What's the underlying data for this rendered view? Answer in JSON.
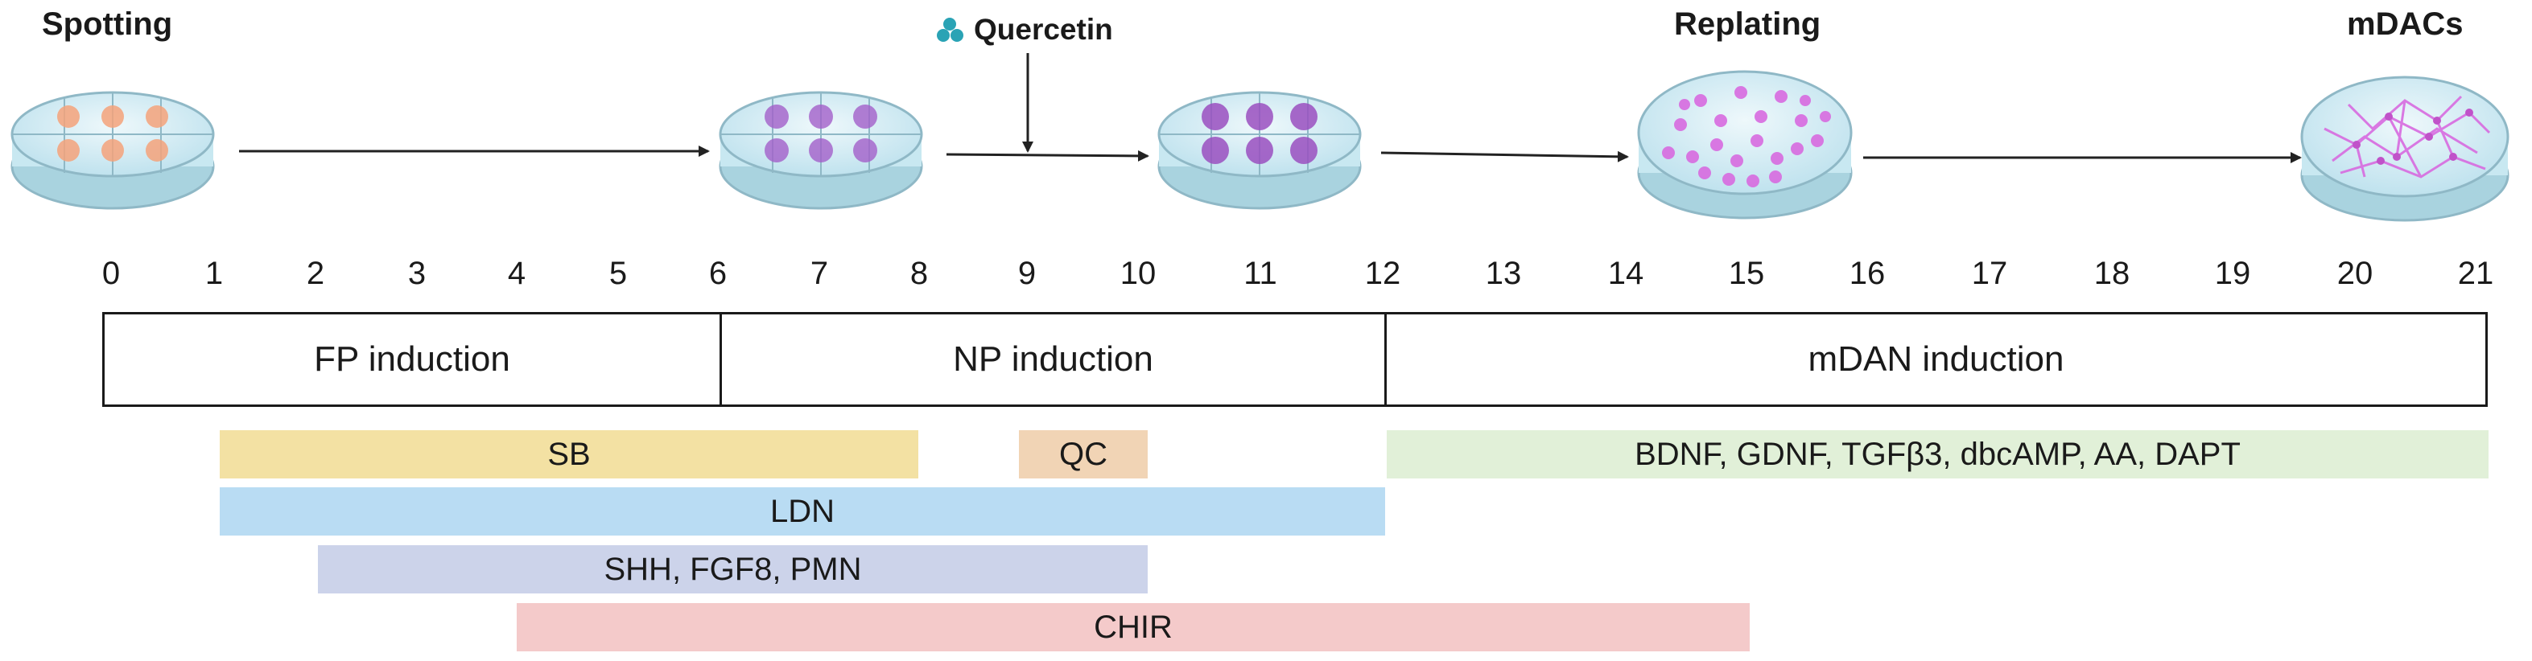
{
  "stages": {
    "spotting": "Spotting",
    "quercetin": "Quercetin",
    "replating": "Replating",
    "mdacs": "mDACs"
  },
  "days": [
    "0",
    "1",
    "2",
    "3",
    "4",
    "5",
    "6",
    "7",
    "8",
    "9",
    "10",
    "11",
    "12",
    "13",
    "14",
    "15",
    "16",
    "17",
    "18",
    "19",
    "20",
    "21"
  ],
  "phases": {
    "fp": "FP induction",
    "np": "NP induction",
    "mdan": "mDAN induction"
  },
  "treatments": {
    "sb": {
      "label": "SB",
      "color": "#f3e1a3"
    },
    "qc": {
      "label": "QC",
      "color": "#f1d4b5"
    },
    "late": {
      "label": "BDNF, GDNF, TGFβ3, dbcAMP, AA, DAPT",
      "color": "#e1f0d8"
    },
    "ldn": {
      "label": "LDN",
      "color": "#b9dcf3"
    },
    "shh": {
      "label": "SHH, FGF8, PMN",
      "color": "#ccd3ea"
    },
    "chir": {
      "label": "CHIR",
      "color": "#f4caca"
    }
  },
  "colors": {
    "orange_spot": "#f5a27a",
    "purple_spot": "#a25fc9",
    "magenta_cell": "#d86be0",
    "dish": "#d7eef5",
    "quercetin_icon": "#2aa3b5"
  },
  "icons": {
    "quercetin": "molecule-icon",
    "dish": "petri-dish-icon"
  }
}
